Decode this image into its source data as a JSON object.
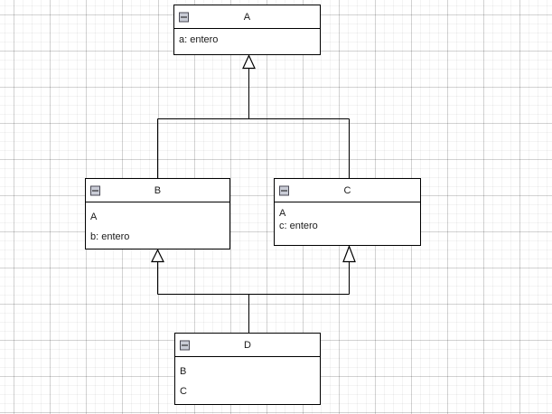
{
  "diagram": {
    "type": "uml-class-diagram",
    "background": "grid",
    "line_color": "#000000",
    "box_fill": "#ffffff",
    "text_color": "#1a1a1a",
    "icon_fill": "#c9ccd6"
  },
  "classes": [
    {
      "id": "A",
      "name": "A",
      "collapse_icon": "minus-box-icon",
      "attributes": [
        "a: entero"
      ]
    },
    {
      "id": "B",
      "name": "B",
      "collapse_icon": "minus-box-icon",
      "attributes": [
        "A",
        "b: entero"
      ]
    },
    {
      "id": "C",
      "name": "C",
      "collapse_icon": "minus-box-icon",
      "attributes": [
        "A",
        "c: entero"
      ]
    },
    {
      "id": "D",
      "name": "D",
      "collapse_icon": "minus-box-icon",
      "attributes": [
        "B",
        "C"
      ]
    }
  ],
  "relationships": [
    {
      "from": "B",
      "to": "A",
      "kind": "generalization"
    },
    {
      "from": "C",
      "to": "A",
      "kind": "generalization"
    },
    {
      "from": "D",
      "to": "B",
      "kind": "generalization"
    },
    {
      "from": "D",
      "to": "C",
      "kind": "generalization"
    }
  ]
}
